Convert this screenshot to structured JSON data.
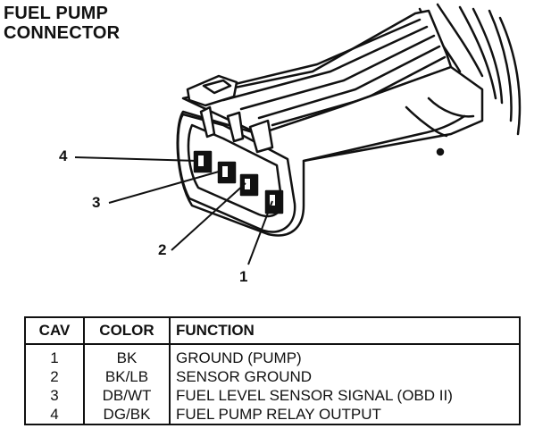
{
  "title": [
    "FUEL PUMP",
    "CONNECTOR"
  ],
  "callouts": [
    "1",
    "2",
    "3",
    "4"
  ],
  "table": {
    "headers": [
      "CAV",
      "COLOR",
      "FUNCTION"
    ],
    "rows": [
      [
        "1",
        "BK",
        "GROUND (PUMP)"
      ],
      [
        "2",
        "BK/LB",
        "SENSOR GROUND"
      ],
      [
        "3",
        "DB/WT",
        "FUEL LEVEL SENSOR SIGNAL (OBD II)"
      ],
      [
        "4",
        "DG/BK",
        "FUEL PUMP RELAY OUTPUT"
      ]
    ]
  }
}
